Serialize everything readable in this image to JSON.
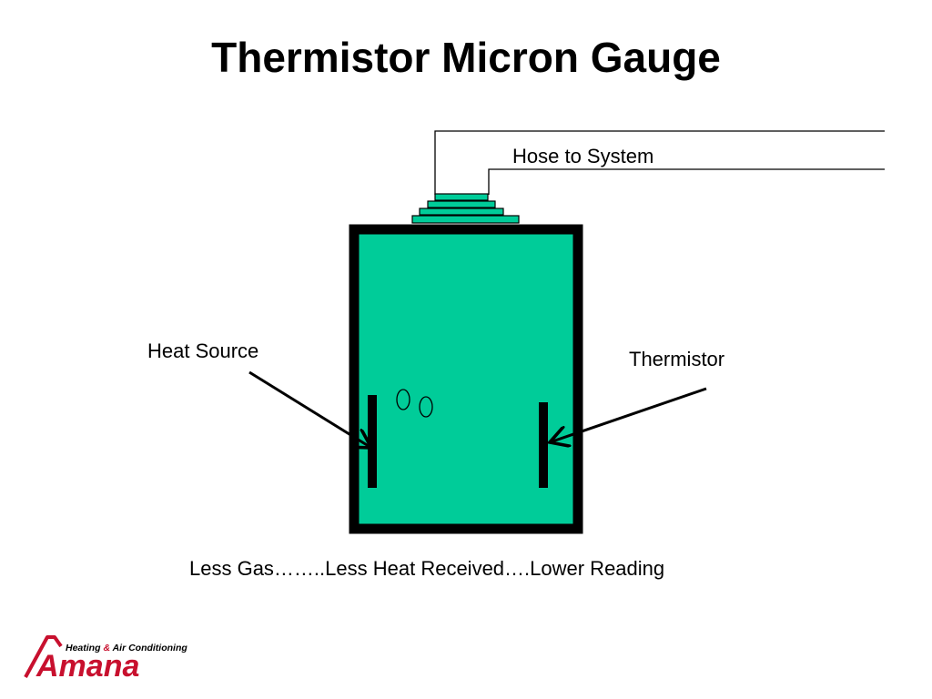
{
  "slide": {
    "title": "Thermistor Micron Gauge",
    "caption": "Less Gas……..Less Heat Received….Lower Reading"
  },
  "diagram": {
    "labels": {
      "hose": "Hose to System",
      "heat_source": "Heat Source",
      "thermistor": "Thermistor"
    },
    "colors": {
      "chamber_fill": "#00CC99",
      "outline": "#000000"
    }
  },
  "logo": {
    "tagline_part1": "Heating",
    "tagline_amp": "&",
    "tagline_part2": "Air Conditioning",
    "brand": "Amana",
    "brand_color": "#C8102E"
  }
}
